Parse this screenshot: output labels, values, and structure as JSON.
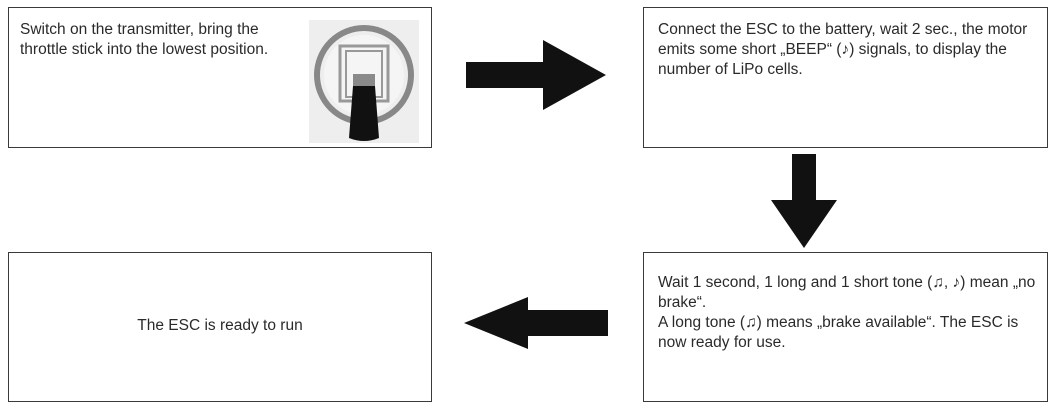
{
  "steps": [
    {
      "text": "Switch on the transmitter, bring the throttle stick into the lowest position."
    },
    {
      "text": "Connect the ESC to the battery, wait 2 sec., the motor emits some short „BEEP“ (♪) signals, to display the number of LiPo cells."
    },
    {
      "text": "The ESC is ready to run"
    },
    {
      "text": "Wait 1 second, 1 long and 1 short tone (♫, ♪) mean „no brake“.\nA long tone (♫) means „brake available“. The ESC is now ready for use."
    }
  ],
  "illustration": {
    "icon": "throttle-stick-icon"
  },
  "arrows": [
    {
      "icon": "arrow-right-icon"
    },
    {
      "icon": "arrow-down-icon"
    },
    {
      "icon": "arrow-left-icon"
    }
  ],
  "colors": {
    "border": "#3a3a3a",
    "arrow": "#111111",
    "text": "#2a2a2a"
  }
}
